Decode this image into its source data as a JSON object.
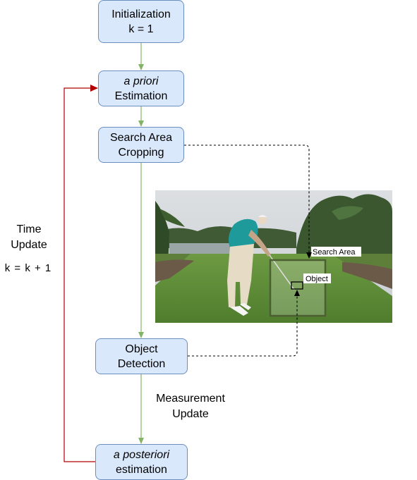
{
  "nodes": {
    "initialization": {
      "line1": "Initialization",
      "line2": "k = 1"
    },
    "a_priori": {
      "line1": "a priori",
      "line2": "Estimation"
    },
    "search_area": {
      "line1": "Search Area",
      "line2": "Cropping"
    },
    "object_detection": {
      "line1": "Object",
      "line2": "Detection"
    },
    "a_posteriori": {
      "line1": "a posteriori",
      "line2": "estimation"
    }
  },
  "labels": {
    "time_update_line1": "Time",
    "time_update_line2": "Update",
    "k_increment": "k = k + 1",
    "measurement_line1": "Measurement",
    "measurement_line2": "Update"
  },
  "photo": {
    "search_area_label": "Search Area",
    "object_label": "Object"
  },
  "colors": {
    "node_fill": "#dae8fc",
    "node_border": "#6c8ebf",
    "flow_arrow": "#82b366",
    "feedback_arrow": "#b20000",
    "dashed_link": "#000000"
  }
}
